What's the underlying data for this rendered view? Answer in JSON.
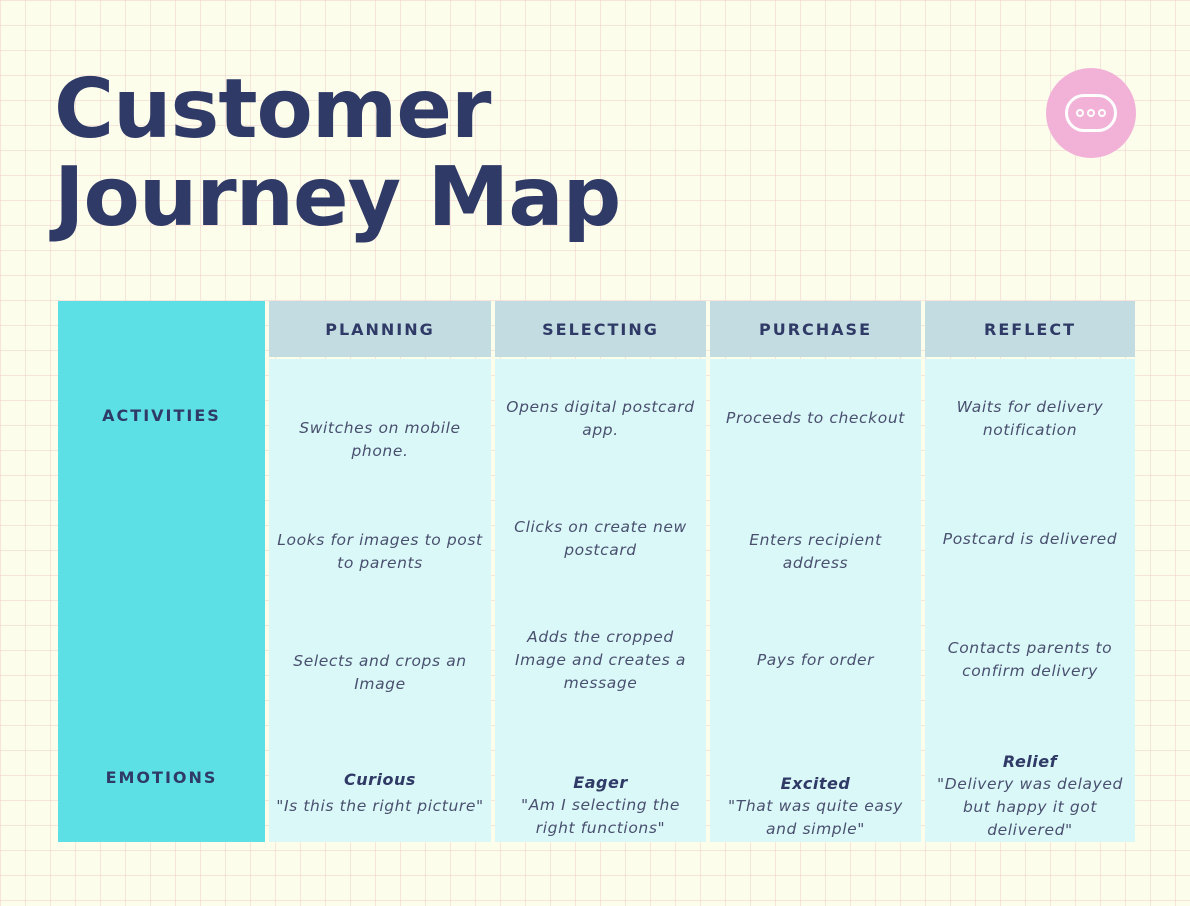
{
  "title": {
    "line1": "Customer",
    "line2": "Journey Map"
  },
  "menu": {
    "icon": "more-options-icon"
  },
  "row_labels": {
    "activities": "ACTIVITIES",
    "emotions": "EMOTIONS"
  },
  "stages": [
    {
      "label": "PLANNING",
      "activities": [
        "Switches on mobile phone.",
        "Looks for images to post to parents",
        "Selects and crops an Image"
      ],
      "emotion": {
        "name": "Curious",
        "quote": "\"Is this the right picture\""
      }
    },
    {
      "label": "SELECTING",
      "activities": [
        "Opens digital postcard app.",
        "Clicks on create new postcard",
        "Adds the cropped Image and creates a message"
      ],
      "emotion": {
        "name": "Eager",
        "quote": "\"Am I selecting the right functions\""
      }
    },
    {
      "label": "PURCHASE",
      "activities": [
        "Proceeds to checkout",
        "Enters recipient address",
        "Pays for order"
      ],
      "emotion": {
        "name": "Excited",
        "quote": "\"That was quite easy and simple\""
      }
    },
    {
      "label": "REFLECT",
      "activities": [
        "Waits for delivery notification",
        "Postcard is delivered",
        "Contacts parents to confirm delivery"
      ],
      "emotion": {
        "name": "Relief",
        "quote": "\"Delivery was delayed but happy it got delivered\""
      }
    }
  ],
  "colors": {
    "title": "#2f3a66",
    "side_column": "#5ce0e6",
    "header": "#c2dce1",
    "body": "#dbf8f9",
    "menu_button": "#f2b2d8"
  }
}
